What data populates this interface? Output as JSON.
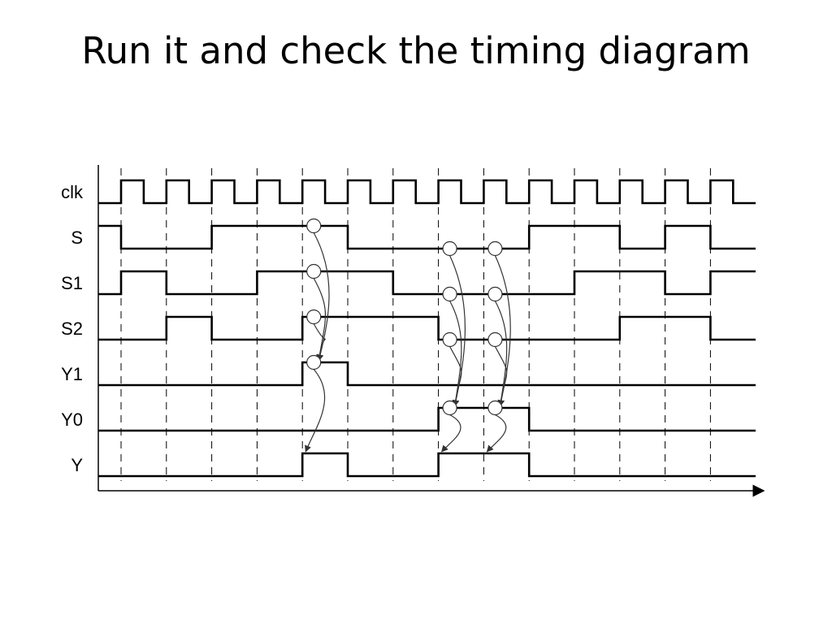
{
  "slide": {
    "title": "Run it and check the timing diagram"
  },
  "diagram": {
    "type": "timing-diagram",
    "clock_cycles": 14,
    "colors": {
      "wave": "#000000",
      "grid": "#000000",
      "annotation": "#333333"
    },
    "signals": [
      {
        "name": "clk",
        "levels": "clock"
      },
      {
        "name": "S",
        "levels": [
          1,
          0,
          0,
          1,
          1,
          1,
          0,
          0,
          0,
          0,
          1,
          1,
          0,
          1,
          0
        ]
      },
      {
        "name": "S1",
        "levels": [
          0,
          1,
          0,
          0,
          1,
          1,
          1,
          0,
          0,
          0,
          0,
          1,
          1,
          0,
          1
        ]
      },
      {
        "name": "S2",
        "levels": [
          0,
          0,
          1,
          0,
          0,
          1,
          1,
          1,
          0,
          0,
          0,
          0,
          1,
          1,
          0
        ]
      },
      {
        "name": "Y1",
        "levels": [
          0,
          0,
          0,
          0,
          0,
          1,
          0,
          0,
          0,
          0,
          0,
          0,
          0,
          0,
          0
        ]
      },
      {
        "name": "Y0",
        "levels": [
          0,
          0,
          0,
          0,
          0,
          0,
          0,
          0,
          1,
          1,
          0,
          0,
          0,
          0,
          0
        ]
      },
      {
        "name": "Y",
        "levels": [
          0,
          0,
          0,
          0,
          0,
          1,
          0,
          0,
          1,
          1,
          0,
          0,
          0,
          0,
          0
        ]
      }
    ],
    "causality": [
      {
        "from": [
          {
            "signal": "S",
            "cycle": 5
          },
          {
            "signal": "S1",
            "cycle": 5
          },
          {
            "signal": "S2",
            "cycle": 5
          }
        ],
        "to": {
          "signal": "Y1",
          "cycle": 5
        }
      },
      {
        "from": [
          {
            "signal": "S",
            "cycle": 8
          },
          {
            "signal": "S1",
            "cycle": 8
          },
          {
            "signal": "S2",
            "cycle": 8
          }
        ],
        "to": {
          "signal": "Y0",
          "cycle": 8
        }
      },
      {
        "from": [
          {
            "signal": "S",
            "cycle": 9
          },
          {
            "signal": "S1",
            "cycle": 9
          },
          {
            "signal": "S2",
            "cycle": 9
          }
        ],
        "to": {
          "signal": "Y0",
          "cycle": 9
        }
      },
      {
        "from": [
          {
            "signal": "Y1",
            "cycle": 5
          }
        ],
        "to": {
          "signal": "Y",
          "cycle": 5
        }
      },
      {
        "from": [
          {
            "signal": "Y0",
            "cycle": 8
          }
        ],
        "to": {
          "signal": "Y",
          "cycle": 8
        }
      },
      {
        "from": [
          {
            "signal": "Y0",
            "cycle": 9
          }
        ],
        "to": {
          "signal": "Y",
          "cycle": 9
        }
      }
    ]
  }
}
